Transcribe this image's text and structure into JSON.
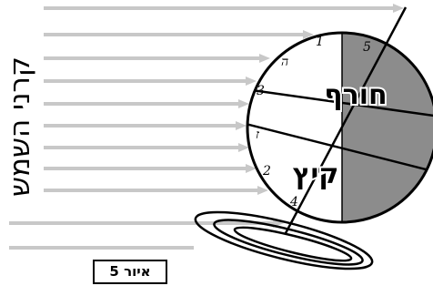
{
  "sun_rays_label": "קרני השמש",
  "season_winter": "חורף",
  "season_summer": "קיץ",
  "caption": "איור 5",
  "position_labels": [
    "1",
    "2",
    "3",
    "4",
    "5",
    "ה",
    "ז"
  ],
  "colors": {
    "night": "#8c8c8c",
    "ray": "#c8c8c8",
    "ink": "#000000",
    "background": "#ffffff"
  }
}
